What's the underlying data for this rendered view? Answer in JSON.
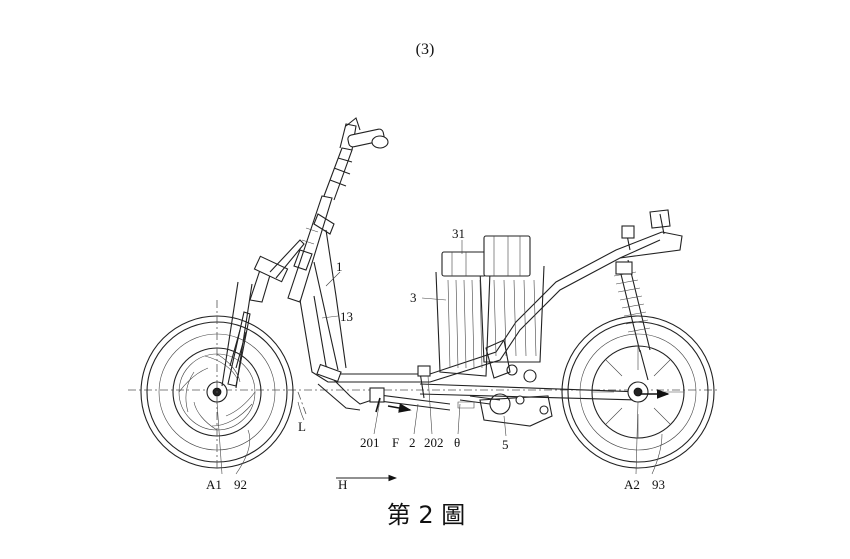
{
  "page_number": "(3)",
  "caption": "第 2 圖",
  "labels": {
    "frame": "1",
    "frame_part": "13",
    "battery_box": "3",
    "batteries": "31",
    "line_l": "L",
    "part_201": "201",
    "force_f": "F",
    "part_2": "2",
    "part_202": "202",
    "angle": "θ",
    "motor": "5",
    "axis_a1": "A1",
    "front_wheel": "92",
    "axis_a2": "A2",
    "rear_wheel": "93",
    "direction_h": "H"
  }
}
